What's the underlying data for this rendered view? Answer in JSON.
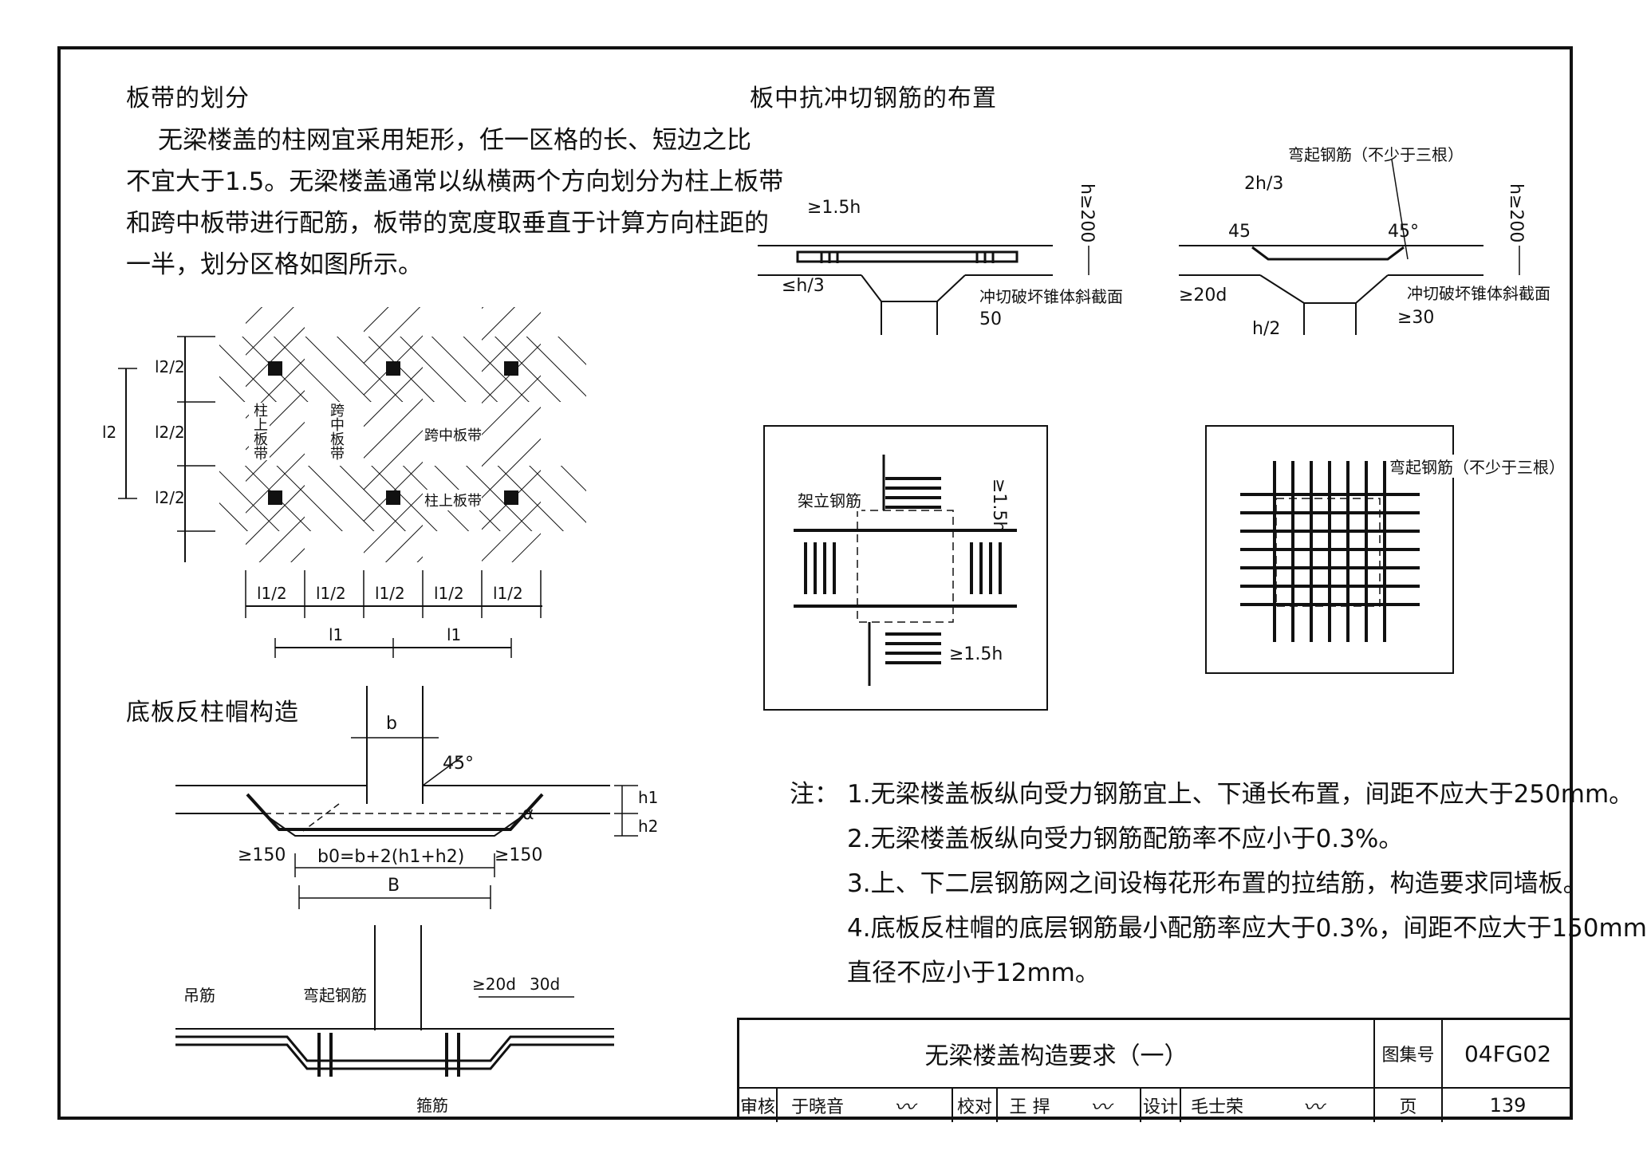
{
  "left": {
    "heading_strip": "板带的划分",
    "para_lines": [
      "无梁楼盖的柱网宜采用矩形，任一区格的长、短边之比",
      "不宜大于1.5。无梁楼盖通常以纵横两个方向划分为柱上板带",
      "和跨中板带进行配筋，板带的宽度取垂直于计算方向柱距的",
      "一半，划分区格如图所示。"
    ],
    "strip_labels": {
      "col_strip_v": "柱上板带",
      "mid_strip_v": "跨中板带",
      "mid_strip_h": "跨中板带",
      "col_strip_h": "柱上板带"
    },
    "dims_v": [
      "l2/2",
      "l2/2",
      "l2/2"
    ],
    "dim_l2": "l2",
    "dims_h": [
      "l1/2",
      "l1/2",
      "l1/2",
      "l1/2",
      "l1/2"
    ],
    "dims_l1": [
      "l1",
      "l1"
    ],
    "heading_cap": "底板反柱帽构造",
    "cap": {
      "b": "b",
      "angle45": "45°",
      "alpha": "α",
      "h1": "h1",
      "h2": "h2",
      "ge150_left": "≥150",
      "b0_formula": "b0=b+2(h1+h2)",
      "ge150_right": "≥150",
      "B": "B",
      "hanger": "吊筋",
      "bent": "弯起钢筋",
      "ge20d": "≥20d",
      "d30": "30d",
      "stirrup": "箍筋"
    }
  },
  "right": {
    "heading": "板中抗冲切钢筋的布置",
    "sec_a": {
      "ge15h": "≥1.5h",
      "h200": "h≥200",
      "le_h3": "≤h/3",
      "cone": "冲切破坏锥体斜截面",
      "d50": "50"
    },
    "sec_b": {
      "bent_label": "弯起钢筋（不少于三根）",
      "two_h3": "2h/3",
      "h200": "h≥200",
      "a45_left": "45",
      "a45_right": "45°",
      "ge20d": "≥20d",
      "cone": "冲切破坏锥体斜截面",
      "h2": "h/2",
      "ge30": "≥30"
    },
    "plan_a": {
      "stand": "架立钢筋",
      "ge15h_top": "≥1.5h",
      "ge15h_bot": "≥1.5h"
    },
    "plan_b": {
      "bent_label": "弯起钢筋（不少于三根）"
    }
  },
  "notes": {
    "prefix": "注：",
    "lines": [
      "1.无梁楼盖板纵向受力钢筋宜上、下通长布置，间距不应大于250mm。",
      "2.无梁楼盖板纵向受力钢筋配筋率不应小于0.3%。",
      "3.上、下二层钢筋网之间设梅花形布置的拉结筋，构造要求同墙板。",
      "4.底板反柱帽的底层钢筋最小配筋率应大于0.3%，间距不应大于150mm",
      "直径不应小于12mm。"
    ]
  },
  "title_block": {
    "title": "无梁楼盖构造要求（一）",
    "atlas_label": "图集号",
    "atlas_no": "04FG02",
    "review_label": "审核",
    "reviewer": "于晓音",
    "check_label": "校对",
    "checker": "王 捍",
    "design_label": "设计",
    "designer": "毛士荣",
    "page_label": "页",
    "page_no": "139"
  }
}
